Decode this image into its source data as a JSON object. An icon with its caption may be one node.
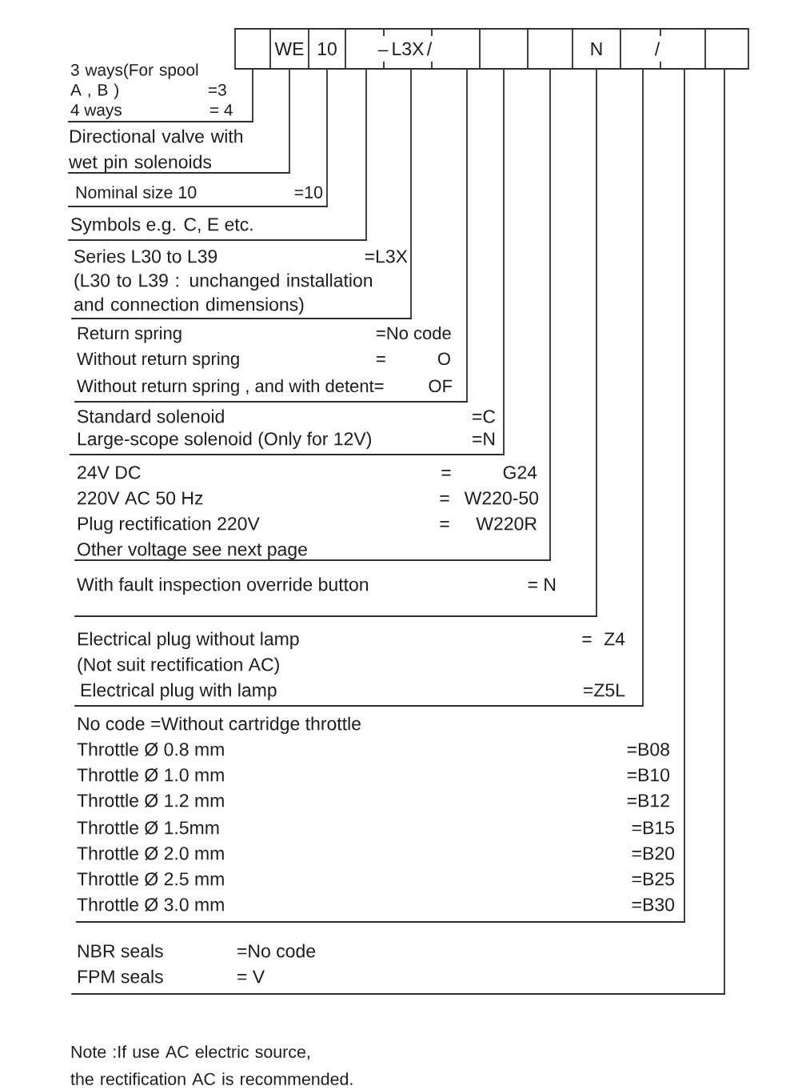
{
  "diagram": {
    "nodes": [
      {
        "text": [],
        "shape": "box"
      },
      {
        "text": [
          "WE"
        ]
      },
      {
        "text": [
          "10"
        ]
      },
      {
        "text": [],
        "shape": "box"
      },
      {
        "text": [
          "L3X"
        ]
      },
      {
        "text": [],
        "shape": "box"
      },
      {
        "text": [],
        "shape": "box"
      },
      {
        "text": [],
        "shape": "box"
      },
      {
        "text": [
          "N"
        ]
      },
      {
        "text": [],
        "shape": "box"
      },
      {
        "text": [],
        "shape": "box"
      },
      {
        "text": [],
        "shape": "box"
      },
      {
        "text": [
          "3 ways(For spool A , B )",
          "=3",
          "4 ways",
          "= 4"
        ]
      },
      {
        "text": [
          "Directional valve with wet pin solenoids"
        ]
      },
      {
        "text": [
          "Nominal size 10",
          "=10"
        ]
      },
      {
        "text": [
          "Symbols e.g. C, E etc."
        ]
      },
      {
        "text": [
          "Series L30 to L39",
          "=L3X",
          "(L30 to L39 : unchanged installation and connection dimensions)"
        ]
      },
      {
        "text": [
          "Return spring",
          "=No code",
          "Without return spring",
          "=",
          "O",
          "Without return spring , and with detent=",
          "OF"
        ]
      },
      {
        "text": [
          "Standard solenoid",
          "=C",
          "Large-scope solenoid (Only for 12V)",
          "=N"
        ]
      },
      {
        "text": [
          "24V DC",
          "=",
          "G24",
          "220V AC 50 Hz",
          "=",
          "W220-50",
          "Plug rectification 220V",
          "=",
          "W220R",
          "Other voltage see next page"
        ]
      },
      {
        "text": [
          "With fault inspection override button",
          "= N"
        ]
      },
      {
        "text": [
          "Electrical plug without lamp",
          "=",
          "Z4",
          "(Not suit rectification AC)",
          "Electrical plug with lamp",
          "=Z5L"
        ]
      },
      {
        "text": [
          "No code =Without cartridge throttle",
          "Throttle Ø 0.8 mm",
          "=B08",
          "Throttle Ø 1.0 mm",
          "=B10",
          "Throttle Ø 1.2 mm",
          "=B12",
          "Throttle Ø 1.5mm",
          "=B15",
          "Throttle Ø 2.0 mm",
          "=B20",
          "Throttle Ø 2.5 mm",
          "=B25",
          "Throttle Ø 3.0 mm",
          "=B30"
        ]
      },
      {
        "text": [
          "NBR seals",
          "=No code",
          "FPM seals",
          "= V"
        ]
      }
    ],
    "edges": [
      {
        "from": 0,
        "to": 12,
        "arrow": "none"
      },
      {
        "from": 1,
        "to": 13,
        "arrow": "none"
      },
      {
        "from": 2,
        "to": 14,
        "arrow": "none"
      },
      {
        "from": 3,
        "to": 15,
        "arrow": "none"
      },
      {
        "from": 4,
        "to": 16,
        "arrow": "none"
      },
      {
        "from": 5,
        "to": 17,
        "arrow": "none"
      },
      {
        "from": 6,
        "to": 18,
        "arrow": "none"
      },
      {
        "from": 7,
        "to": 19,
        "arrow": "none"
      },
      {
        "from": 8,
        "to": 20,
        "arrow": "none"
      },
      {
        "from": 9,
        "to": 21,
        "arrow": "none"
      },
      {
        "from": 10,
        "to": 22,
        "arrow": "none"
      },
      {
        "from": 11,
        "to": 23,
        "arrow": "none"
      }
    ],
    "labels": [
      "–",
      "/",
      "/",
      "Note :If use AC electric source, the rectification AC is recommended."
    ]
  }
}
